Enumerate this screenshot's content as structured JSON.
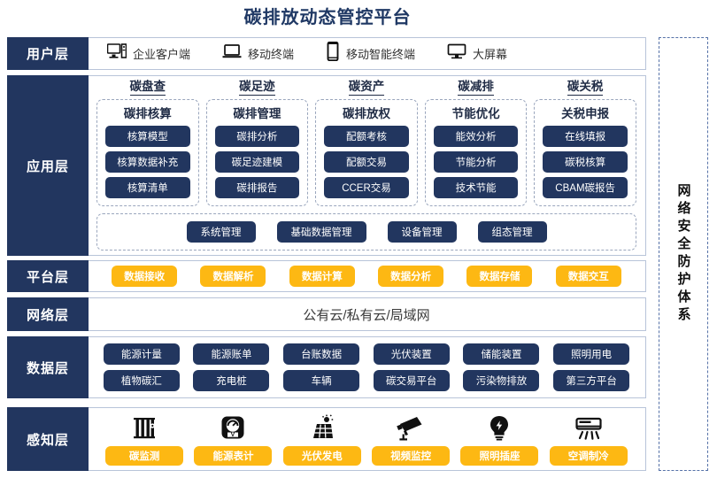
{
  "title": "碳排放动态管控平台",
  "security_band": {
    "label": "网络安全防护体系"
  },
  "layers": {
    "user": {
      "label": "用户层"
    },
    "app": {
      "label": "应用层"
    },
    "platform": {
      "label": "平台层"
    },
    "network": {
      "label": "网络层"
    },
    "data": {
      "label": "数据层"
    },
    "sense": {
      "label": "感知层"
    }
  },
  "user_layer": {
    "items": [
      {
        "icon": "desktop-tower-icon",
        "label": "企业客户端"
      },
      {
        "icon": "laptop-icon",
        "label": "移动终端"
      },
      {
        "icon": "smartphone-icon",
        "label": "移动智能终端"
      },
      {
        "icon": "monitor-icon",
        "label": "大屏幕"
      }
    ]
  },
  "app_layer": {
    "groups": [
      {
        "title": "碳盘查",
        "card_title": "碳排核算",
        "items": [
          "核算模型",
          "核算数据补充",
          "核算清单"
        ]
      },
      {
        "title": "碳足迹",
        "card_title": "碳排管理",
        "items": [
          "碳排分析",
          "碳足迹建模",
          "碳排报告"
        ]
      },
      {
        "title": "碳资产",
        "card_title": "碳排放权",
        "items": [
          "配额考核",
          "配额交易",
          "CCER交易"
        ]
      },
      {
        "title": "碳减排",
        "card_title": "节能优化",
        "items": [
          "能效分析",
          "节能分析",
          "技术节能"
        ]
      },
      {
        "title": "碳关税",
        "card_title": "关税申报",
        "items": [
          "在线填报",
          "碳税核算",
          "CBAM碳报告"
        ]
      }
    ],
    "common": [
      "系统管理",
      "基础数据管理",
      "设备管理",
      "组态管理"
    ]
  },
  "platform_layer": {
    "items": [
      "数据接收",
      "数据解析",
      "数据计算",
      "数据分析",
      "数据存储",
      "数据交互"
    ]
  },
  "network_layer": {
    "text": "公有云/私有云/局域网"
  },
  "data_layer": {
    "row1": [
      "能源计量",
      "能源账单",
      "台账数据",
      "光伏装置",
      "储能装置",
      "照明用电"
    ],
    "row2": [
      "植物碳汇",
      "充电桩",
      "车辆",
      "碳交易平台",
      "污染物排放",
      "第三方平台"
    ]
  },
  "sense_layer": {
    "items": [
      {
        "icon": "carbon-monitor-icon",
        "label": "碳监测"
      },
      {
        "icon": "energy-meter-icon",
        "label": "能源表计"
      },
      {
        "icon": "solar-panel-icon",
        "label": "光伏发电"
      },
      {
        "icon": "cctv-camera-icon",
        "label": "视频监控"
      },
      {
        "icon": "light-bulb-icon",
        "label": "照明插座"
      },
      {
        "icon": "air-conditioner-icon",
        "label": "空调制冷"
      }
    ]
  },
  "colors": {
    "navy": "#22365f",
    "title_navy": "#1f3864",
    "yellow": "#fdb813",
    "dashed_border": "#9aa6bd"
  }
}
